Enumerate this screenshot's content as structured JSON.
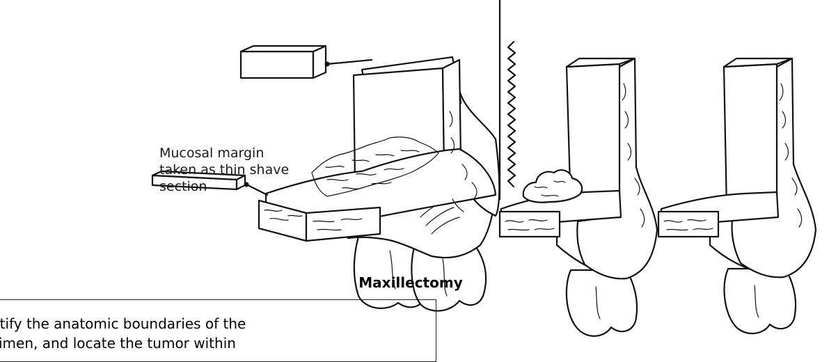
{
  "labels": {
    "mucosal_margin": [
      "Mucosal margin",
      "taken as thin shave",
      "section"
    ],
    "title": "Maxillectomy",
    "instruction": [
      "ntify the anatomic boundaries of the",
      "cimen, and locate the tumor within"
    ]
  },
  "colors": {
    "ink": "#111111",
    "background": "#ffffff"
  }
}
